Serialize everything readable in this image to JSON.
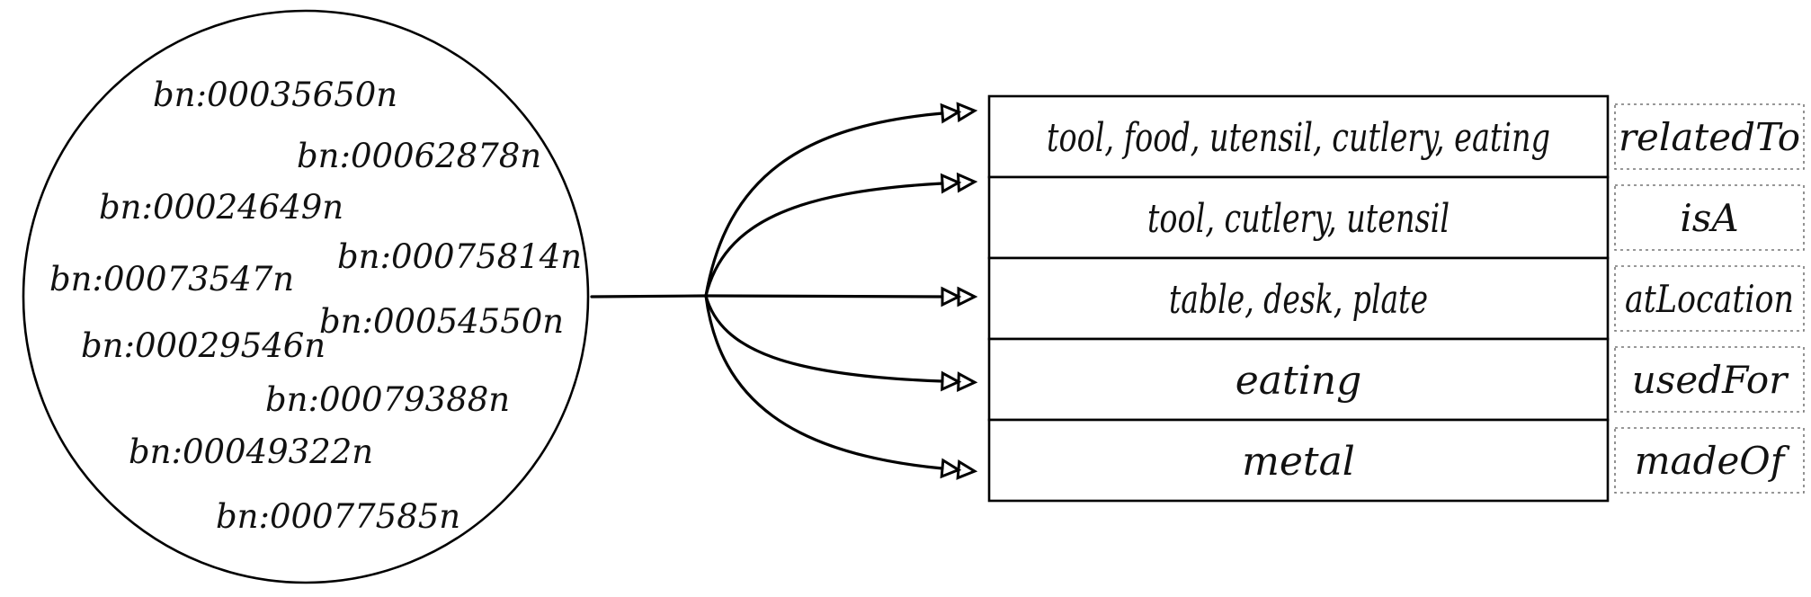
{
  "synset_ids": [
    "bn:00035650n",
    "bn:00062878n",
    "bn:00024649n",
    "bn:00075814n",
    "bn:00073547n",
    "bn:00054550n",
    "bn:00029546n",
    "bn:00079388n",
    "bn:00049322n",
    "bn:00077585n"
  ],
  "rows": [
    {
      "concepts": "tool, food, utensil, cutlery, eating",
      "relation": "relatedTo"
    },
    {
      "concepts": "tool, cutlery, utensil",
      "relation": "isA"
    },
    {
      "concepts": "table, desk, plate",
      "relation": "atLocation"
    },
    {
      "concepts": "eating",
      "relation": "usedFor"
    },
    {
      "concepts": "metal",
      "relation": "madeOf"
    }
  ]
}
